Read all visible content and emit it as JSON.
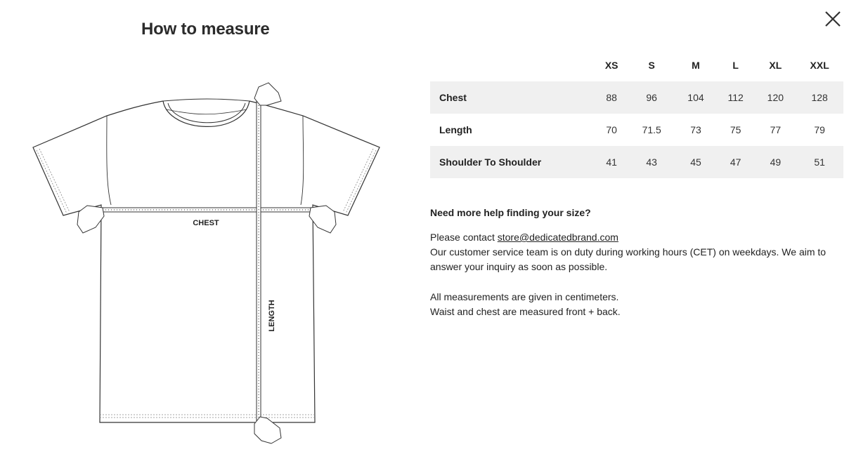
{
  "title": "How to measure",
  "diagram": {
    "chest_label": "CHEST",
    "length_label": "LENGTH"
  },
  "table": {
    "sizes": [
      "XS",
      "S",
      "M",
      "L",
      "XL",
      "XXL"
    ],
    "rows": [
      {
        "label": "Chest",
        "values": [
          "88",
          "96",
          "104",
          "112",
          "120",
          "128"
        ]
      },
      {
        "label": "Length",
        "values": [
          "70",
          "71.5",
          "73",
          "75",
          "77",
          "79"
        ]
      },
      {
        "label": "Shoulder To Shoulder",
        "values": [
          "41",
          "43",
          "45",
          "47",
          "49",
          "51"
        ]
      }
    ]
  },
  "help": {
    "heading": "Need more help finding your size?",
    "contact_prefix": "Please contact ",
    "contact_email": "store@dedicatedbrand.com",
    "service_text": "Our customer service team is on duty during working hours (CET) on weekdays. We aim to answer your inquiry as soon as possible.",
    "units_note": "All measurements are given in centimeters.",
    "waist_note": "Waist and chest are measured front + back."
  },
  "icons": {
    "close": "close-icon"
  },
  "colors": {
    "row_shade": "#f0f0f0",
    "text": "#222222"
  }
}
